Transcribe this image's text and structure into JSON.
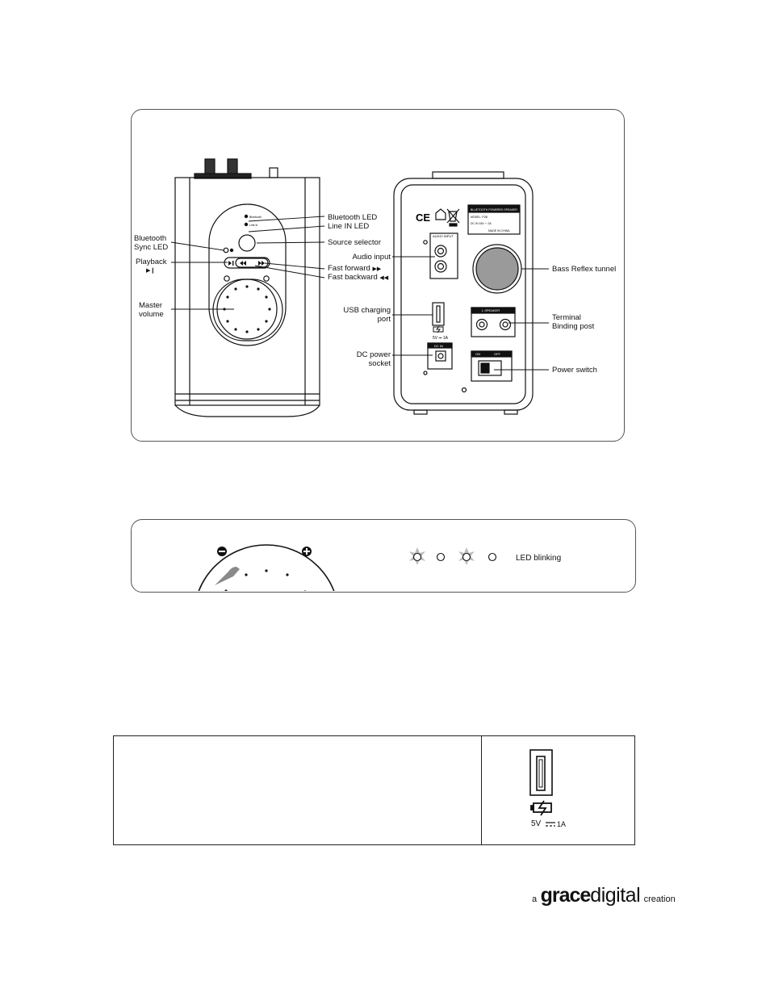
{
  "front_panel": {
    "labels": {
      "bluetooth_led": "Bluetooth LED",
      "line_in_led": "Line IN LED",
      "bluetooth_sync_led": "Bluetooth\nSync LED",
      "source_selector": "Source selector",
      "playback": "Playback",
      "playback_symbol": "▶❙",
      "fast_forward": "Fast forward",
      "fast_forward_symbol": "▶▶",
      "fast_backward": "Fast backward",
      "fast_backward_symbol": "◀◀",
      "master_volume": "Master\nvolume"
    },
    "led_text_1": "Bluetooth",
    "led_text_2": "Line in"
  },
  "back_panel": {
    "labels": {
      "audio_input": "Audio input",
      "bass_reflex_tunnel": "Bass Reflex tunnel",
      "usb_charging_port": "USB charging\nport",
      "terminal_binding_post": "Terminal\nBinding post",
      "dc_power_socket": "DC power\nsocket",
      "power_switch": "Power switch"
    },
    "ce_mark": "CE",
    "audio_input_plate": "AUDIO INPUT",
    "rating_label": {
      "line1": "BLUETOOTH POWERED SPEAKER",
      "line2": "MODEL: P2B",
      "line3": "DC IN 18V ⎓ 2A",
      "line4": "MADE IN CHINA"
    },
    "usb_rating": "5V ⎓ 1A",
    "speaker_plate": "L  SPEAKER",
    "dc_plate": "DC IN",
    "switch_on": "ON",
    "switch_off": "OFF"
  },
  "led_panel": {
    "volume_minus": "−",
    "volume_plus": "+",
    "led_blinking_label": "LED blinking"
  },
  "usb_box": {
    "rating_voltage": "5V",
    "rating_current": "1A"
  },
  "logo": {
    "prefix": "a",
    "brand_bold": "grace",
    "brand_light": "digital",
    "suffix": "creation"
  }
}
